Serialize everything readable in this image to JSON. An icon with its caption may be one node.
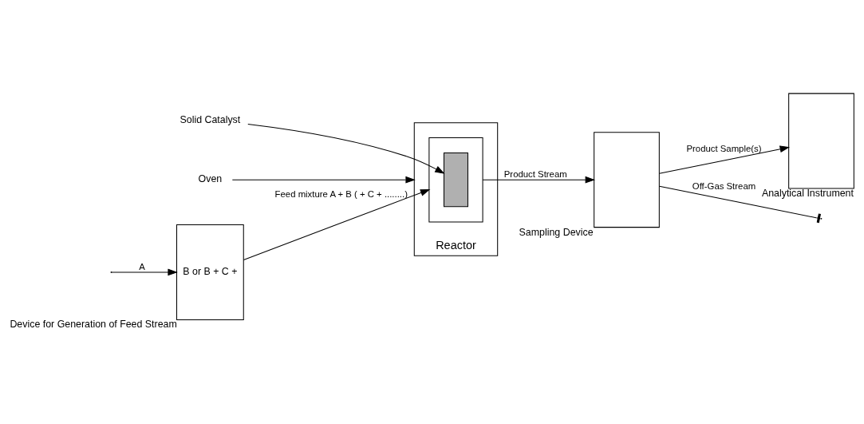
{
  "diagram": {
    "nodes": [
      {
        "text": [
          "B or B + C +"
        ],
        "beside": [
          "Device for Generation of Feed Stream"
        ]
      },
      {
        "text": [],
        "shape": "box",
        "beside": [
          "Reactor"
        ]
      },
      {
        "text": [],
        "shape": "box",
        "in": 1
      },
      {
        "text": [],
        "shape": "box",
        "in": 2
      },
      {
        "text": [],
        "shape": "box",
        "beside": [
          "Sampling Device"
        ]
      },
      {
        "text": [],
        "shape": "box",
        "beside": [
          "Analytical Instrument"
        ]
      },
      {
        "text": [
          "Solid Catalyst"
        ]
      },
      {
        "text": [
          "Oven"
        ]
      }
    ],
    "edges": [
      {
        "from": null,
        "to": 0,
        "arrow": "to",
        "label": "A"
      },
      {
        "from": 0,
        "to": 2,
        "arrow": "to",
        "label": "Feed mixture A + B ( + C + ........)"
      },
      {
        "from": 2,
        "to": 4,
        "arrow": "to",
        "label": "Product Stream"
      },
      {
        "from": 4,
        "to": 5,
        "arrow": "to",
        "label": "Product Sample(s)"
      },
      {
        "from": 4,
        "to": null,
        "arrow": "other",
        "label": "Off-Gas Stream"
      },
      {
        "from": 6,
        "to": 3,
        "arrow": "to"
      },
      {
        "from": 7,
        "to": 1,
        "arrow": "to"
      }
    ]
  }
}
